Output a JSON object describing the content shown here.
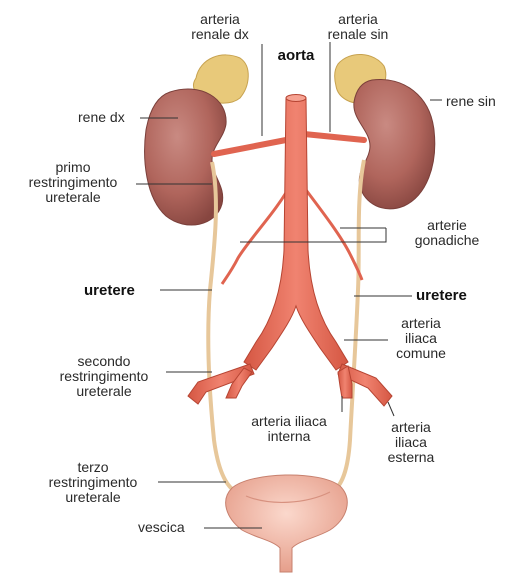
{
  "labels": {
    "aorta": "aorta",
    "arteria_renale_dx": [
      "arteria",
      "renale dx"
    ],
    "arteria_renale_sin": [
      "arteria",
      "renale sin"
    ],
    "rene_dx": "rene dx",
    "rene_sin": "rene sin",
    "primo_restringimento": [
      "primo",
      "restringimento",
      "ureterale"
    ],
    "arterie_gonadiche": [
      "arterie",
      "gonadiche"
    ],
    "uretere_dx": "uretere",
    "uretere_sin": "uretere",
    "arteria_iliaca_comune": [
      "arteria",
      "iliaca",
      "comune"
    ],
    "secondo_restringimento": [
      "secondo",
      "restringimento",
      "ureterale"
    ],
    "arteria_iliaca_interna": [
      "arteria iliaca",
      "interna"
    ],
    "arteria_iliaca_esterna": [
      "arteria",
      "iliaca",
      "esterna"
    ],
    "terzo_restringimento": [
      "terzo",
      "restringimento",
      "ureterale"
    ],
    "vescica": "vescica"
  },
  "colors": {
    "artery": "#e86a55",
    "artery_dark": "#c94c3a",
    "kidney": "#b0655c",
    "kidney_dark": "#8e4a44",
    "adrenal": "#e8c97a",
    "ureter": "#e7c79a",
    "bladder": "#f2b7a5",
    "leader": "#333333"
  }
}
